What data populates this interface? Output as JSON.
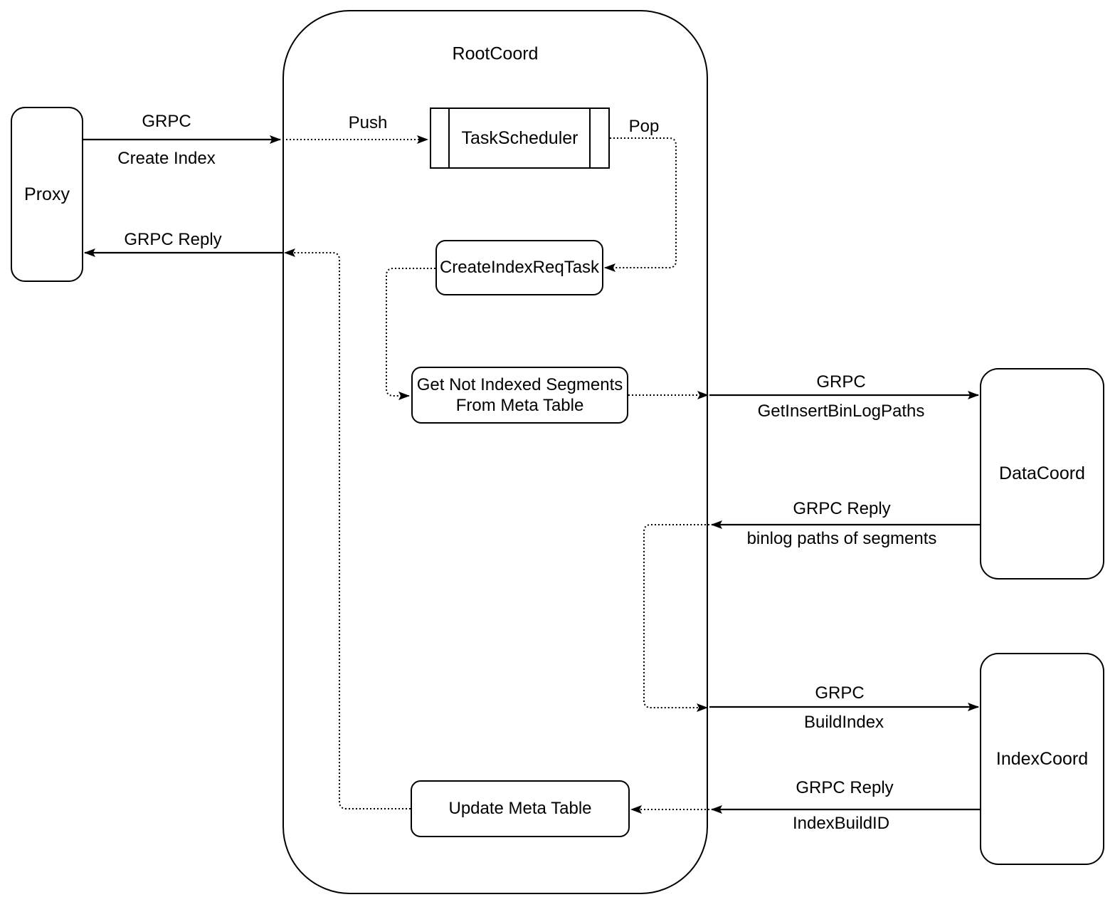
{
  "diagram": {
    "container": {
      "title": "RootCoord"
    },
    "nodes": {
      "proxy": {
        "label": "Proxy"
      },
      "task_scheduler": {
        "label": "TaskScheduler"
      },
      "create_index_req_task": {
        "label": "CreateIndexReqTask"
      },
      "get_not_indexed": {
        "line1": "Get Not Indexed Segments",
        "line2": "From Meta Table"
      },
      "update_meta_table": {
        "label": "Update Meta Table"
      },
      "data_coord": {
        "label": "DataCoord"
      },
      "index_coord": {
        "label": "IndexCoord"
      }
    },
    "edge_labels": {
      "grpc_create_index": {
        "line1": "GRPC",
        "line2": "Create Index"
      },
      "push": "Push",
      "pop": "Pop",
      "grpc_reply_proxy": "GRPC Reply",
      "grpc_get_insert": {
        "line1": "GRPC",
        "line2": "GetInsertBinLogPaths"
      },
      "grpc_reply_binlog": {
        "line1": "GRPC Reply",
        "line2": "binlog paths of segments"
      },
      "grpc_build_index": {
        "line1": "GRPC",
        "line2": "BuildIndex"
      },
      "grpc_reply_build": {
        "line1": "GRPC Reply",
        "line2": "IndexBuildID"
      }
    },
    "colors": {
      "stroke": "#000000",
      "background": "#ffffff"
    }
  }
}
